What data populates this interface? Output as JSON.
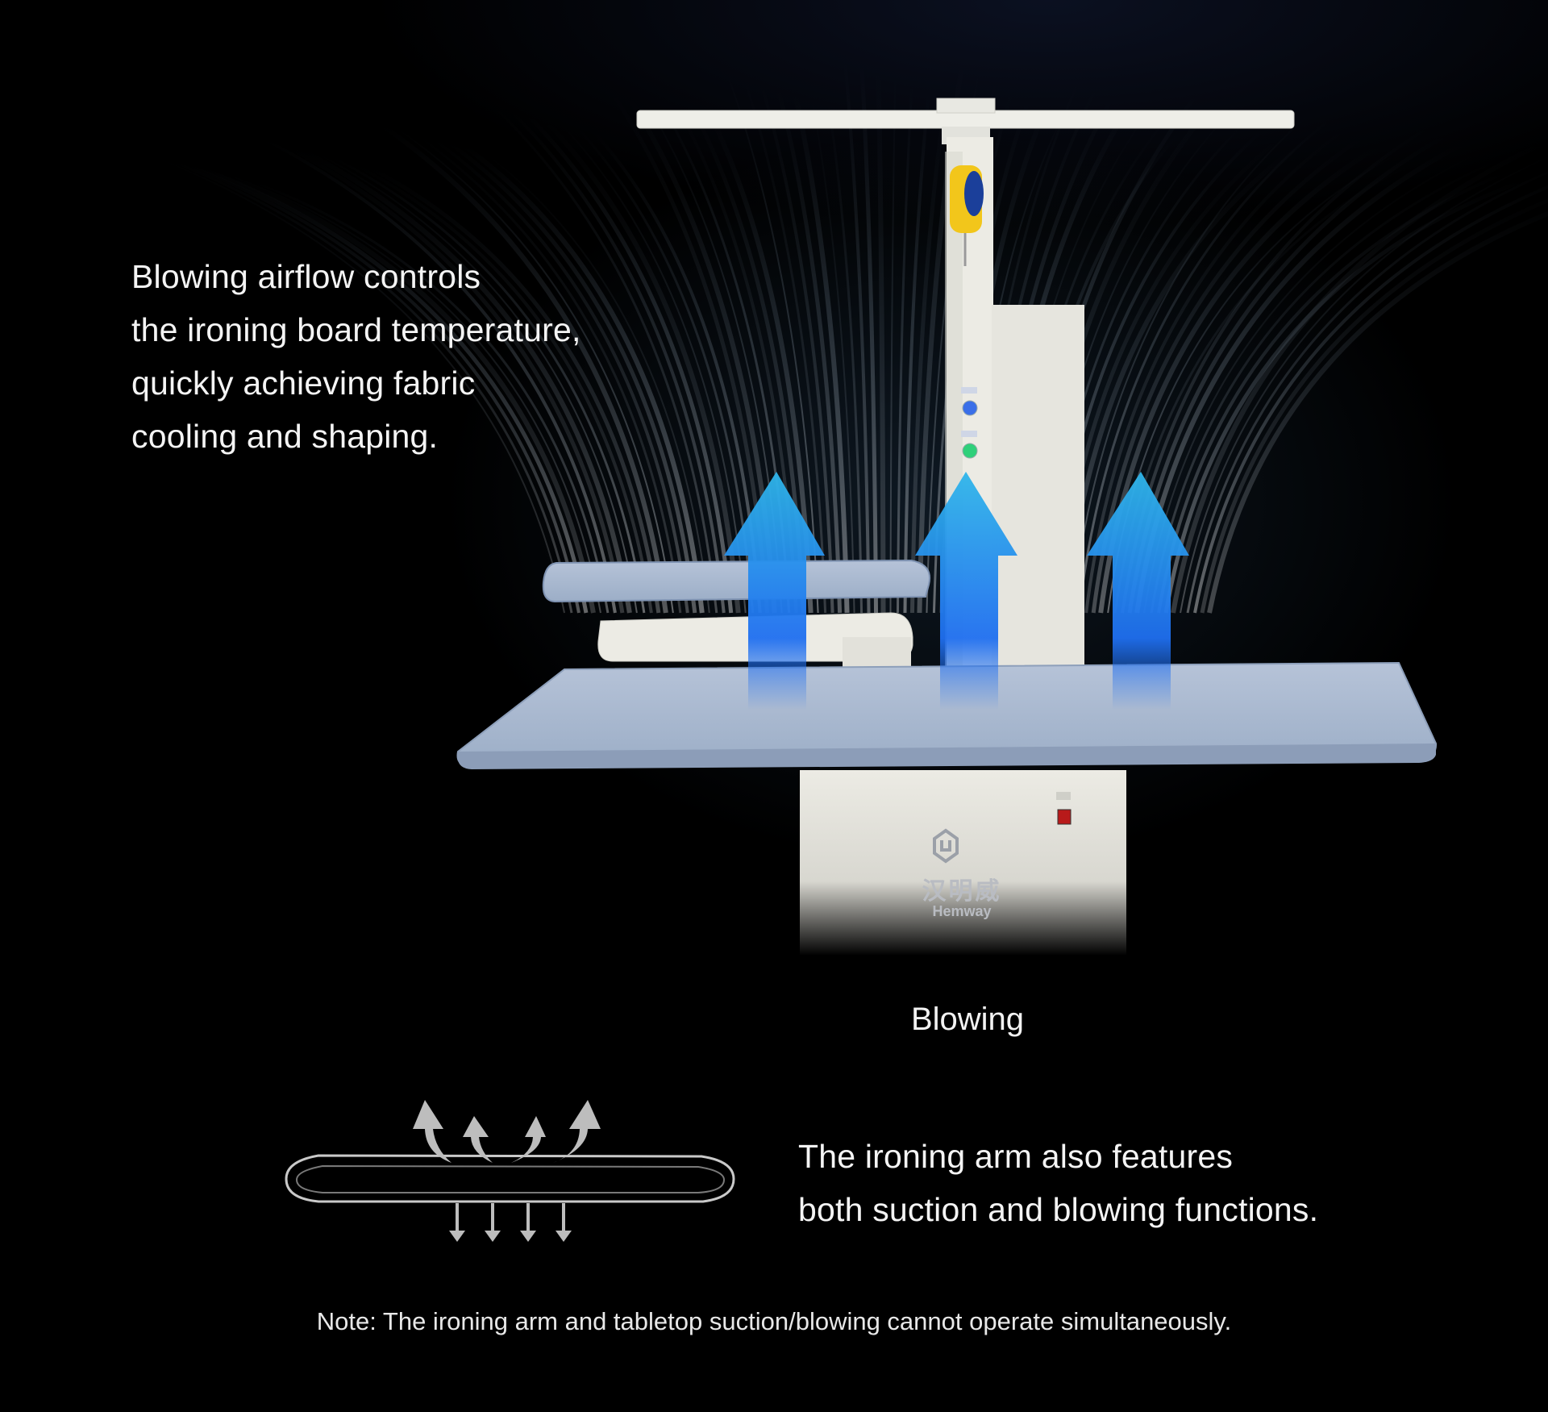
{
  "headline": {
    "lines": [
      "Blowing airflow controls",
      "the ironing board temperature,",
      "quickly achieving fabric",
      "cooling and shaping."
    ]
  },
  "mode_label": "Blowing",
  "arm_description": {
    "lines": [
      "The ironing arm also features",
      "both suction and blowing functions."
    ]
  },
  "note": "Note: The ironing arm and tabletop suction/blowing cannot operate simultaneously.",
  "brand": {
    "name_cn": "汉明威",
    "name_en": "Hemway"
  },
  "icons": [
    "airflow-up-arrow-icon",
    "ironing-arm-diagram-icon",
    "brand-logo-icon",
    "power-switch-icon"
  ],
  "colors": {
    "background": "#000000",
    "arrow_top": "#2fb6ea",
    "arrow_bottom": "#1f6ff0",
    "board": "#a9b8d0",
    "machine_body": "#ecebe4",
    "text": "#f4f4f4"
  }
}
